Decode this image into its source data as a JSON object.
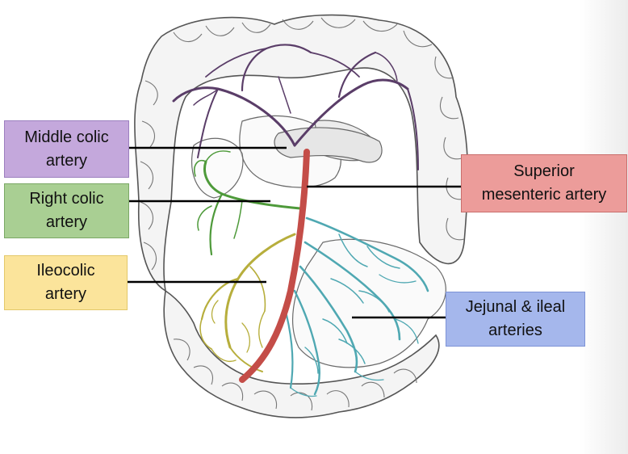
{
  "labels": {
    "middle_colic": "Middle colic\nartery",
    "right_colic": "Right colic\nartery",
    "ileocolic": "Ileocolic\nartery",
    "superior_mesenteric": "Superior\nmesenteric artery",
    "jejunal_ileal": "Jejunal & ileal\narteries"
  },
  "colors": {
    "middle_colic_box": "#c4a8dc",
    "middle_colic_border": "#9c7fbf",
    "middle_colic_vessel": "#5a3d68",
    "right_colic_box": "#a9cf93",
    "right_colic_border": "#7aa865",
    "right_colic_vessel": "#4e9a3a",
    "ileocolic_box": "#fbe49b",
    "ileocolic_border": "#e3c86a",
    "ileocolic_vessel": "#b7ae3c",
    "sma_box": "#ec9c9a",
    "sma_border": "#c96e6c",
    "sma_vessel": "#c44d48",
    "jejunal_box": "#a5b7ec",
    "jejunal_border": "#7d93d6",
    "jejunal_vessel": "#4fa8b2",
    "leader_line": "#000000"
  }
}
